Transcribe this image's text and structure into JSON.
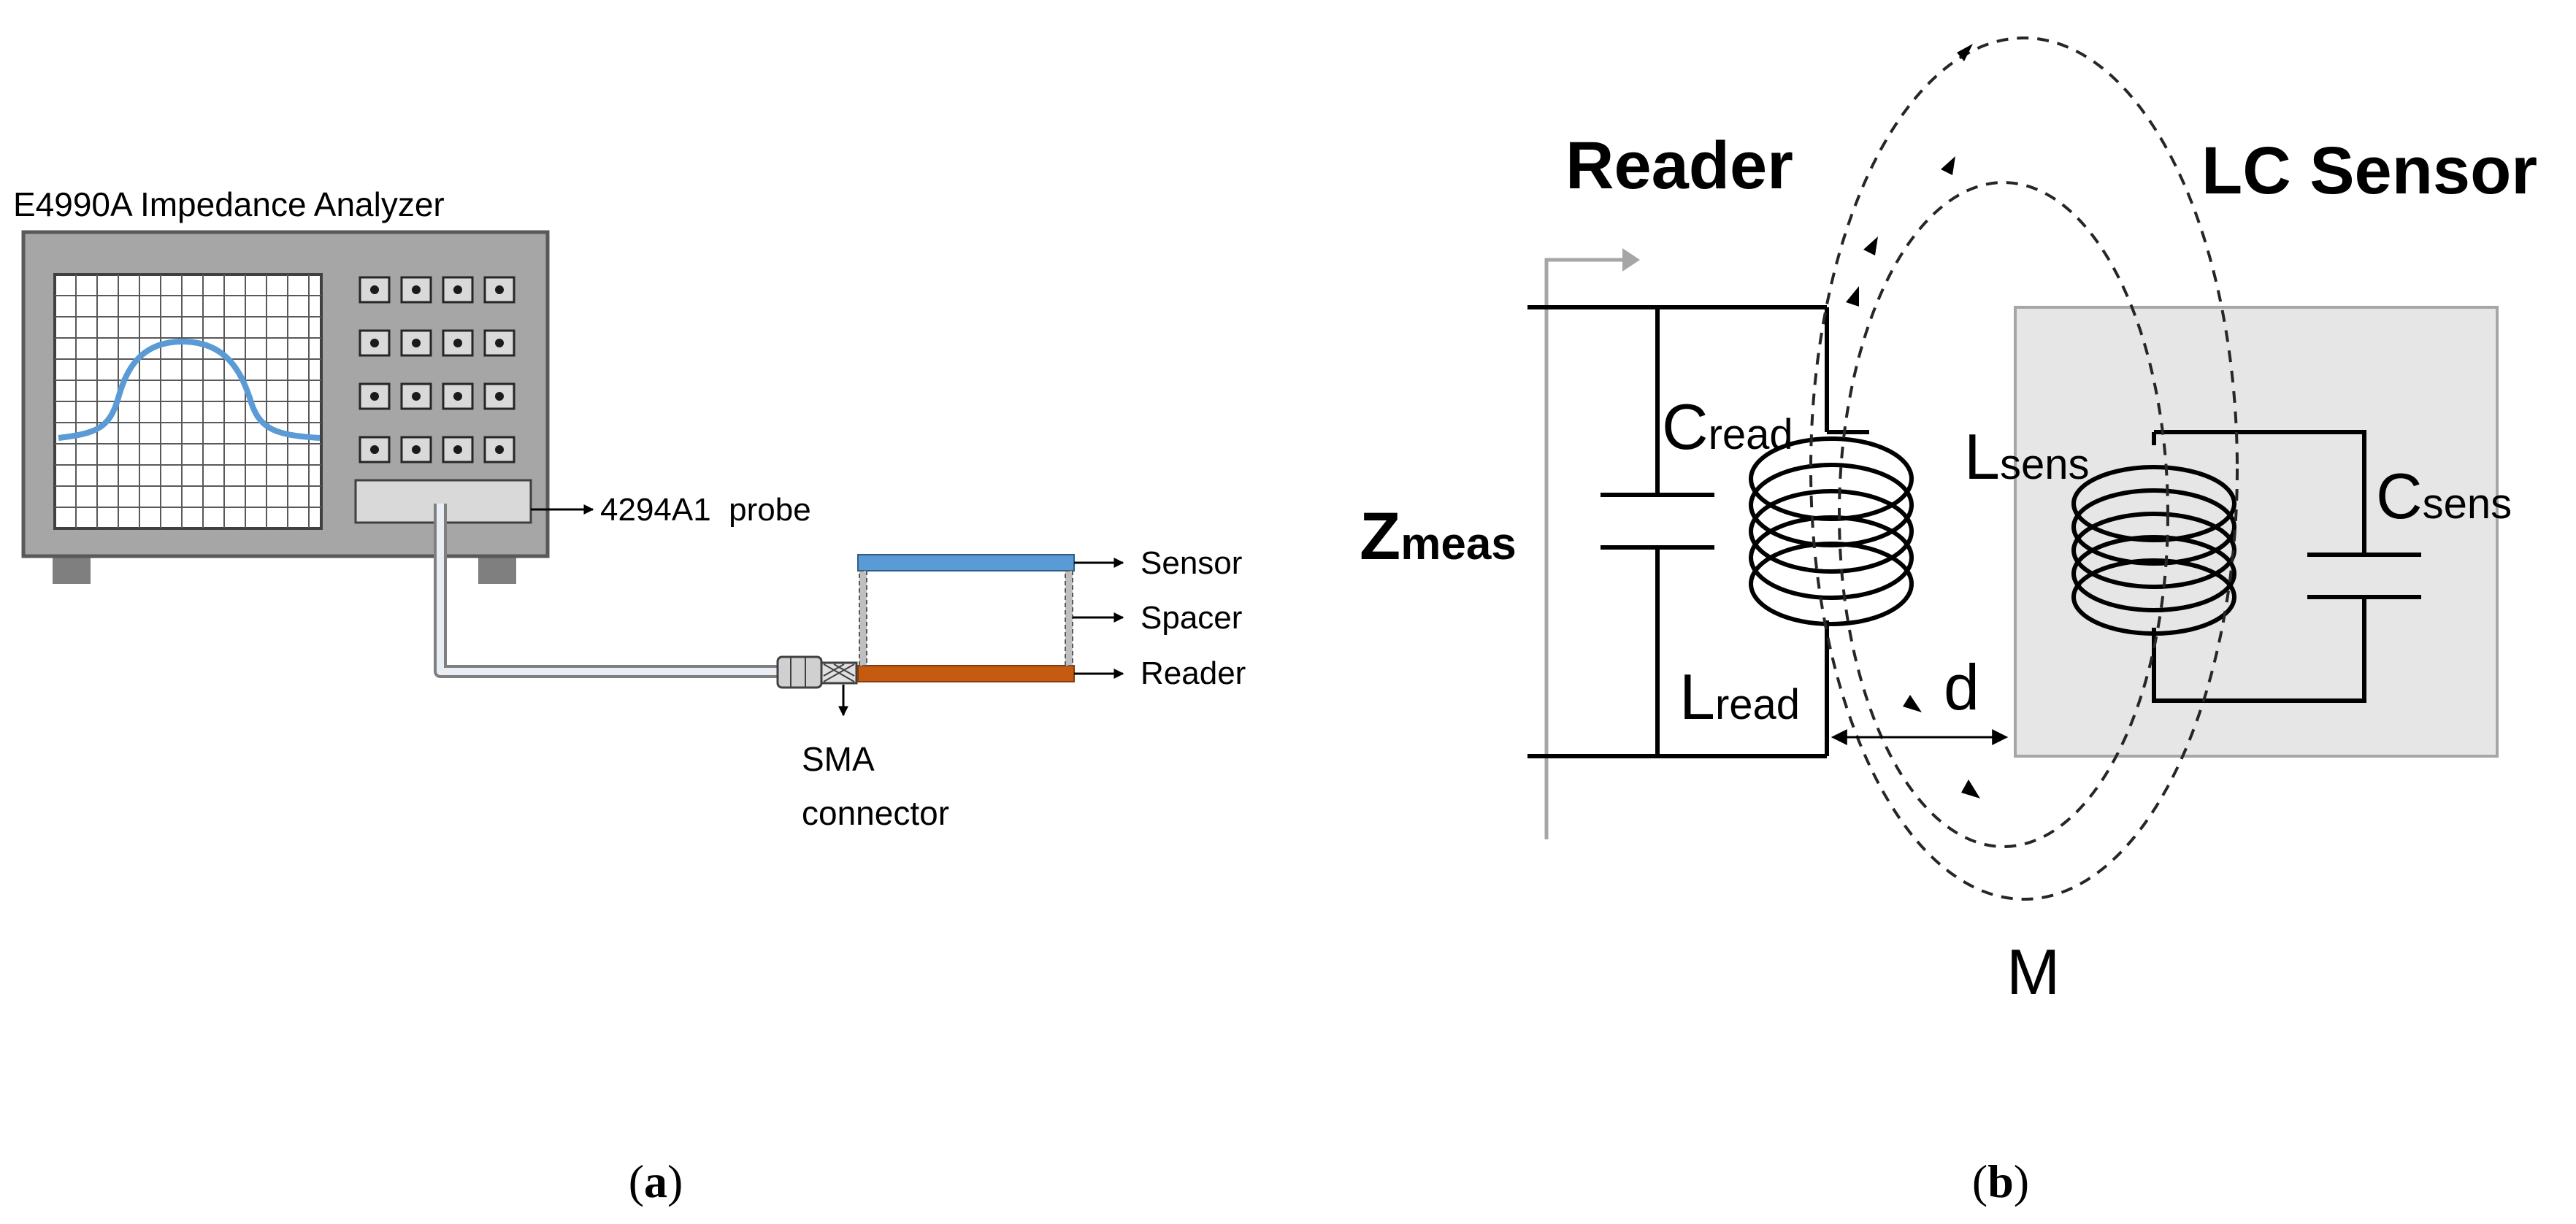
{
  "panel_a": {
    "analyzer_title": "E4990A Impedance Analyzer",
    "probe_label": "4294A1  probe",
    "sensor_label": "Sensor",
    "spacer_label": "Spacer",
    "reader_label": "Reader",
    "sma_line1": "SMA",
    "sma_line2": "connector",
    "caption_open": "(",
    "caption_letter": "a",
    "caption_close": ")",
    "colors": {
      "trace": "#5b9bd5",
      "sensor_strip": "#5b9bd5",
      "reader_strip": "#c55a11",
      "device_body": "#a6a6a6"
    }
  },
  "panel_b": {
    "reader_title": "Reader",
    "sensor_title": "LC Sensor",
    "z_main": "Z",
    "z_sub": "meas",
    "c_read_main": "C",
    "c_read_sub": "read",
    "l_read_main": "L",
    "l_read_sub": "read",
    "l_sens_main": "L",
    "l_sens_sub": "sens",
    "c_sens_main": "C",
    "c_sens_sub": "sens",
    "distance": "d",
    "mutual": "M",
    "caption_open": "(",
    "caption_letter": "b",
    "caption_close": ")",
    "colors": {
      "sensor_box": "#e6e6e6"
    }
  }
}
